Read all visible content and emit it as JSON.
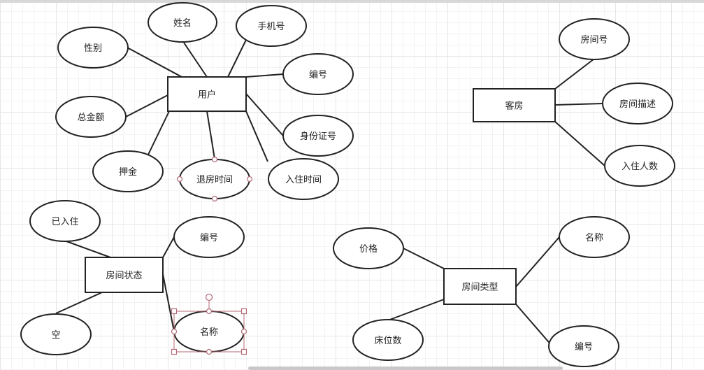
{
  "diagram": {
    "entities": [
      {
        "id": "user",
        "label": "用户"
      },
      {
        "id": "room",
        "label": "客房"
      },
      {
        "id": "room_status",
        "label": "房间状态"
      },
      {
        "id": "room_type",
        "label": "房间类型"
      }
    ],
    "attributes": [
      {
        "id": "user_name",
        "label": "姓名"
      },
      {
        "id": "user_phone",
        "label": "手机号"
      },
      {
        "id": "user_gender",
        "label": "性别"
      },
      {
        "id": "user_id",
        "label": "编号"
      },
      {
        "id": "user_total",
        "label": "总金额"
      },
      {
        "id": "user_idcard",
        "label": "身份证号"
      },
      {
        "id": "user_deposit",
        "label": "押金"
      },
      {
        "id": "user_checkout",
        "label": "退房时间"
      },
      {
        "id": "user_checkin",
        "label": "入住时间"
      },
      {
        "id": "room_no",
        "label": "房间号"
      },
      {
        "id": "room_desc",
        "label": "房间描述"
      },
      {
        "id": "room_people",
        "label": "入住人数"
      },
      {
        "id": "status_occupied",
        "label": "已入住"
      },
      {
        "id": "status_id",
        "label": "编号"
      },
      {
        "id": "status_empty",
        "label": "空"
      },
      {
        "id": "status_name",
        "label": "名称"
      },
      {
        "id": "type_price",
        "label": "价格"
      },
      {
        "id": "type_name",
        "label": "名称"
      },
      {
        "id": "type_beds",
        "label": "床位数"
      },
      {
        "id": "type_id",
        "label": "编号"
      }
    ],
    "selected_attribute": "status_name",
    "colors": {
      "stroke": "#222222",
      "fill": "#ffffff",
      "handle": "#b36b77",
      "selection": "#b36b77"
    }
  }
}
